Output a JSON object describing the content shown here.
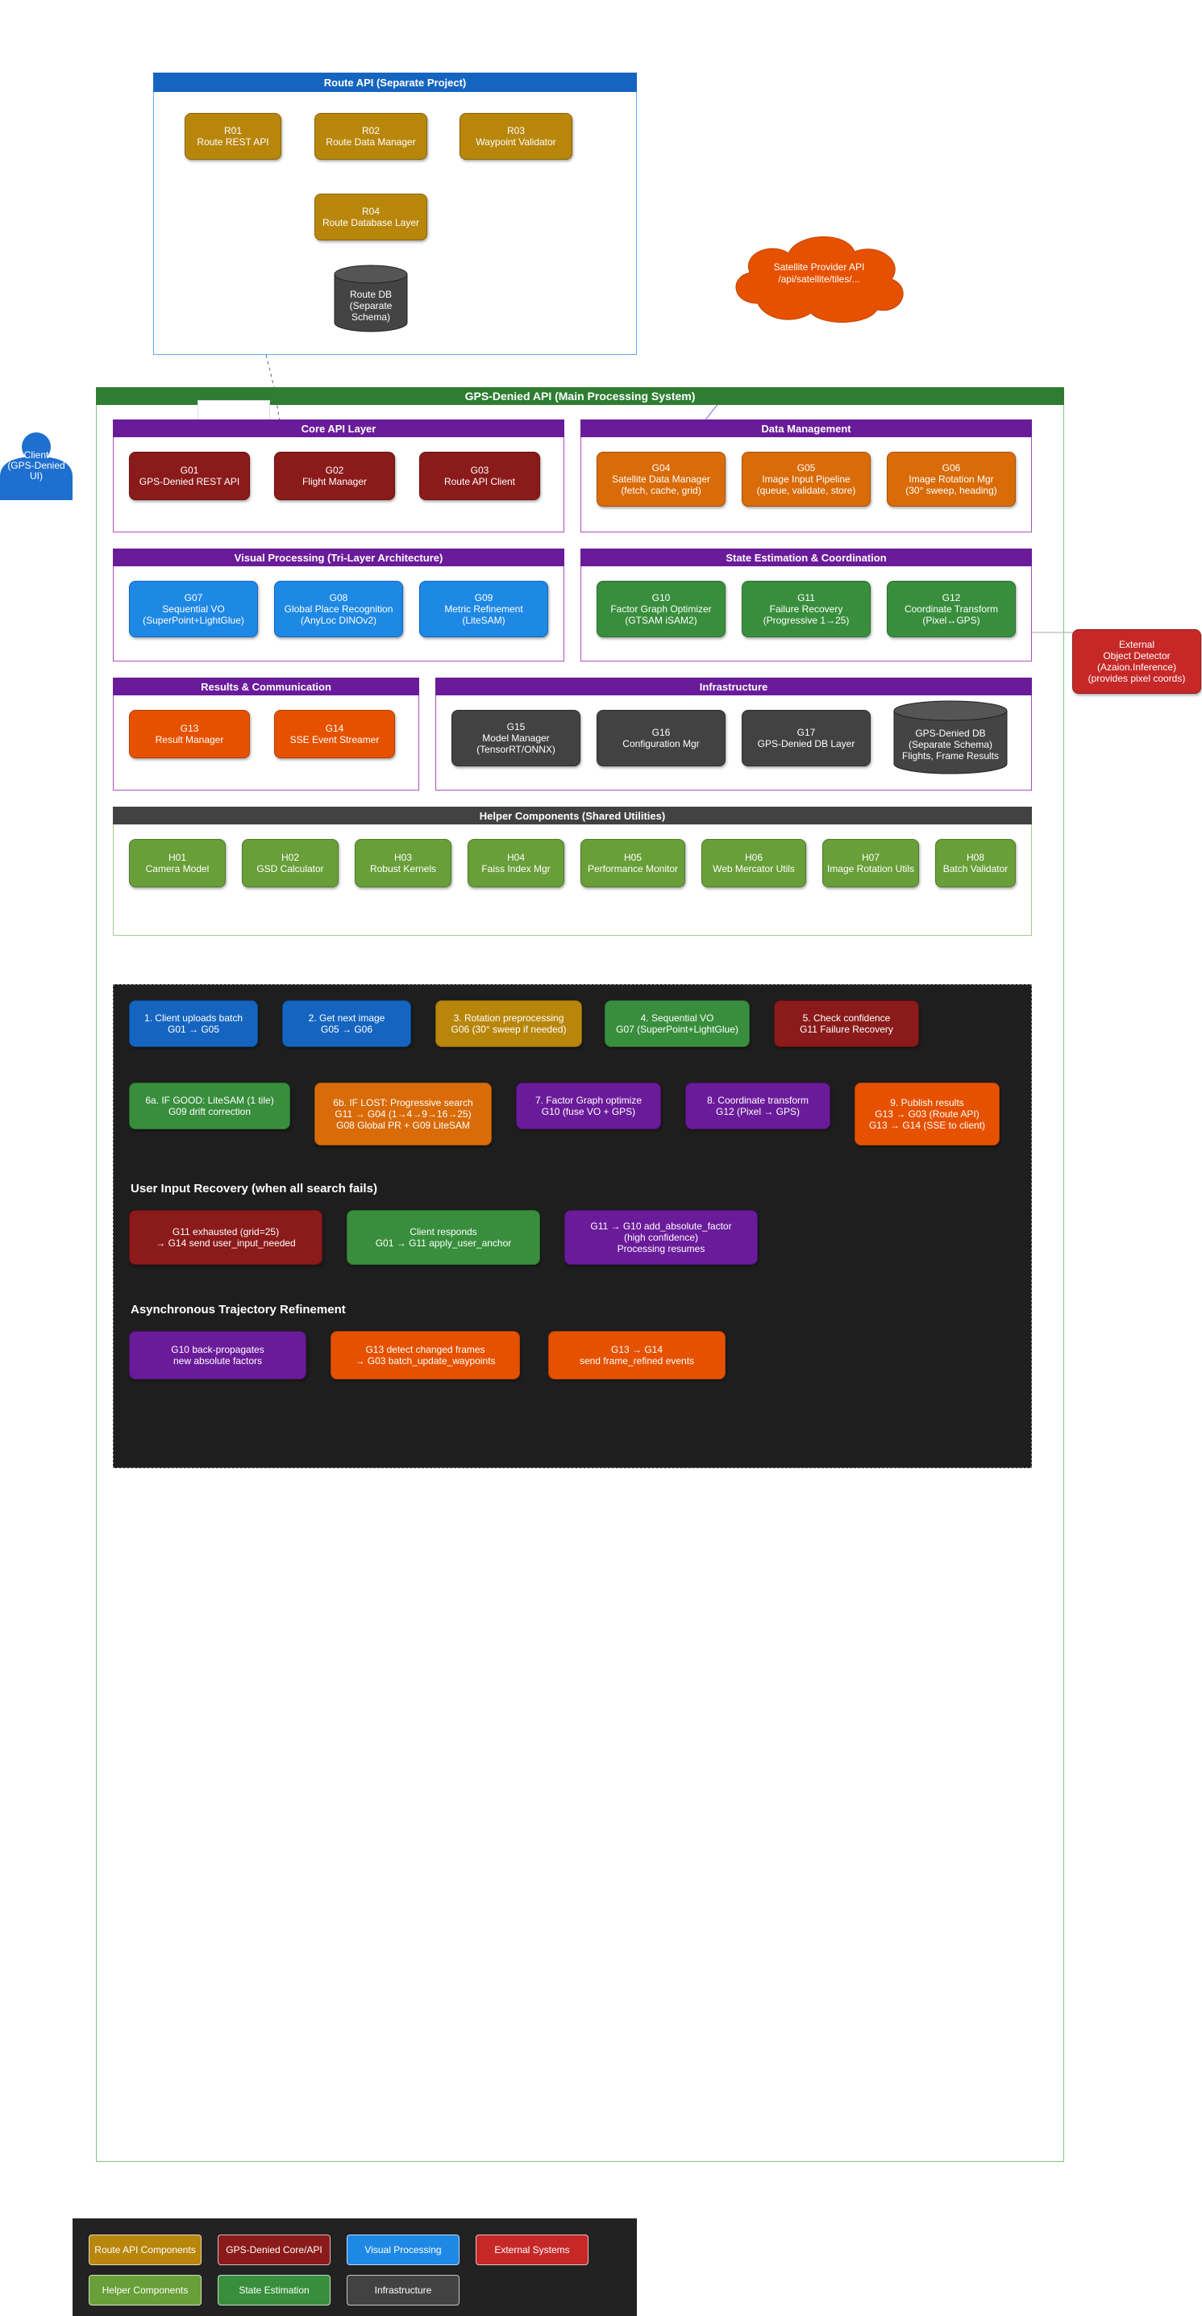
{
  "route_api": {
    "title": "Route API (Separate Project)",
    "nodes": [
      {
        "id": "R01",
        "label": "Route REST API"
      },
      {
        "id": "R02",
        "label": "Route Data Manager"
      },
      {
        "id": "R03",
        "label": "Waypoint Validator"
      },
      {
        "id": "R04",
        "label": "Route Database Layer"
      }
    ],
    "db": {
      "line1": "Route DB",
      "line2": "(Separate",
      "line3": "Schema)"
    }
  },
  "satellite": {
    "line1": "Satellite Provider API",
    "line2": "/api/satellite/tiles/..."
  },
  "client": {
    "line1": "Client",
    "line2": "(GPS-Denied",
    "line3": "UI)"
  },
  "external_detector": {
    "line1": "External",
    "line2": "Object Detector",
    "line3": "(Azaion.Inference)",
    "line4": "(provides pixel coords)"
  },
  "main": {
    "title": "GPS-Denied API (Main Processing System)",
    "core": {
      "title": "Core API Layer",
      "nodes": [
        {
          "id": "G01",
          "label": "GPS-Denied REST API"
        },
        {
          "id": "G02",
          "label": "Flight Manager"
        },
        {
          "id": "G03",
          "label": "Route API Client"
        }
      ]
    },
    "data_mgmt": {
      "title": "Data Management",
      "nodes": [
        {
          "id": "G04",
          "label": "Satellite Data Manager",
          "sub": "(fetch, cache, grid)"
        },
        {
          "id": "G05",
          "label": "Image Input Pipeline",
          "sub": "(queue, validate, store)"
        },
        {
          "id": "G06",
          "label": "Image Rotation Mgr",
          "sub": "(30° sweep, heading)"
        }
      ]
    },
    "visual": {
      "title": "Visual Processing (Tri-Layer Architecture)",
      "nodes": [
        {
          "id": "G07",
          "label": "Sequential VO",
          "sub": "(SuperPoint+LightGlue)"
        },
        {
          "id": "G08",
          "label": "Global Place Recognition",
          "sub": "(AnyLoc DINOv2)"
        },
        {
          "id": "G09",
          "label": "Metric Refinement",
          "sub": "(LiteSAM)"
        }
      ]
    },
    "state": {
      "title": "State Estimation & Coordination",
      "nodes": [
        {
          "id": "G10",
          "label": "Factor Graph Optimizer",
          "sub": "(GTSAM iSAM2)"
        },
        {
          "id": "G11",
          "label": "Failure Recovery",
          "sub": "(Progressive 1→25)"
        },
        {
          "id": "G12",
          "label": "Coordinate Transform",
          "sub": "(Pixel↔GPS)"
        }
      ]
    },
    "results": {
      "title": "Results & Communication",
      "nodes": [
        {
          "id": "G13",
          "label": "Result Manager"
        },
        {
          "id": "G14",
          "label": "SSE Event Streamer"
        }
      ]
    },
    "infra": {
      "title": "Infrastructure",
      "nodes": [
        {
          "id": "G15",
          "label": "Model Manager",
          "sub": "(TensorRT/ONNX)"
        },
        {
          "id": "G16",
          "label": "Configuration Mgr"
        },
        {
          "id": "G17",
          "label": "GPS-Denied DB Layer"
        }
      ],
      "db": {
        "line1": "GPS-Denied DB",
        "line2": "(Separate Schema)",
        "line3": "Flights, Frame Results"
      }
    },
    "helpers": {
      "title": "Helper Components (Shared Utilities)",
      "nodes": [
        {
          "id": "H01",
          "label": "Camera Model"
        },
        {
          "id": "H02",
          "label": "GSD Calculator"
        },
        {
          "id": "H03",
          "label": "Robust Kernels"
        },
        {
          "id": "H04",
          "label": "Faiss Index Mgr"
        },
        {
          "id": "H05",
          "label": "Performance Monitor"
        },
        {
          "id": "H06",
          "label": "Web Mercator Utils"
        },
        {
          "id": "H07",
          "label": "Image Rotation Utils"
        },
        {
          "id": "H08",
          "label": "Batch Validator"
        }
      ]
    }
  },
  "flow": {
    "steps": [
      {
        "l1": "1. Client uploads batch",
        "l2": "G01 → G05"
      },
      {
        "l1": "2. Get next image",
        "l2": "G05 → G06"
      },
      {
        "l1": "3. Rotation preprocessing",
        "l2": "G06 (30° sweep if needed)"
      },
      {
        "l1": "4. Sequential VO",
        "l2": "G07 (SuperPoint+LightGlue)"
      },
      {
        "l1": "5. Check confidence",
        "l2": "G11 Failure Recovery"
      },
      {
        "l1": "6a. IF GOOD: LiteSAM (1 tile)",
        "l2": "G09 drift correction"
      },
      {
        "l1": "6b. IF LOST: Progressive search",
        "l2": "G11 → G04 (1→4→9→16→25)",
        "l3": "G08 Global PR + G09 LiteSAM"
      },
      {
        "l1": "7. Factor Graph optimize",
        "l2": "G10 (fuse VO + GPS)"
      },
      {
        "l1": "8. Coordinate transform",
        "l2": "G12 (Pixel → GPS)"
      },
      {
        "l1": "9. Publish results",
        "l2": "G13 → G03 (Route API)",
        "l3": "G13 → G14 (SSE to client)"
      }
    ],
    "user_recovery_title": "User Input Recovery (when all search fails)",
    "user_recovery": [
      {
        "l1": "G11 exhausted (grid=25)",
        "l2": "→ G14 send user_input_needed"
      },
      {
        "l1": "Client responds",
        "l2": "G01 → G11 apply_user_anchor"
      },
      {
        "l1": "G11 → G10 add_absolute_factor",
        "l2": "(high confidence)",
        "l3": "Processing resumes"
      }
    ],
    "async_title": "Asynchronous Trajectory Refinement",
    "async": [
      {
        "l1": "G10 back-propagates",
        "l2": "new absolute factors"
      },
      {
        "l1": "G13 detect changed frames",
        "l2": "→ G03 batch_update_waypoints"
      },
      {
        "l1": "G13 → G14",
        "l2": "send frame_refined events"
      }
    ]
  },
  "legend": [
    "Route API Components",
    "GPS-Denied Core/API",
    "Visual Processing",
    "External Systems",
    "Helper Components",
    "State Estimation",
    "Infrastructure"
  ]
}
